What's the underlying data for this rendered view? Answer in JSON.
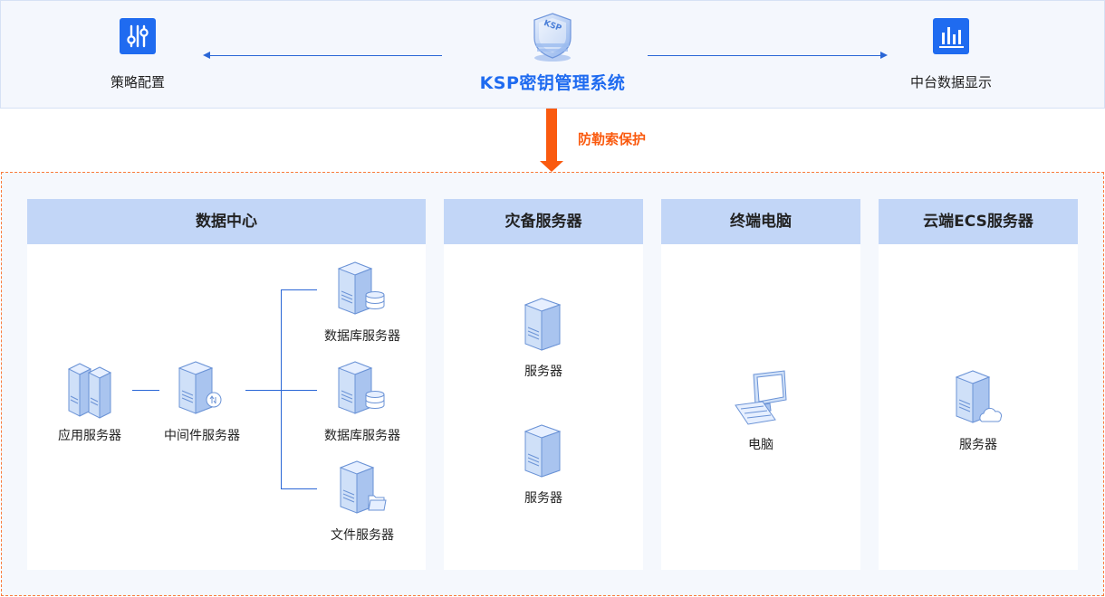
{
  "top": {
    "left_label": "策略配置",
    "center_title": "KSP密钥管理系统",
    "right_label": "中台数据显示",
    "shield_text": "KSP"
  },
  "protection_label": "防勒索保护",
  "panels": {
    "datacenter": {
      "title": "数据中心",
      "app_server": "应用服务器",
      "middleware_server": "中间件服务器",
      "db_server_1": "数据库服务器",
      "db_server_2": "数据库服务器",
      "file_server": "文件服务器"
    },
    "disaster": {
      "title": "灾备服务器",
      "server_1": "服务器",
      "server_2": "服务器"
    },
    "terminal": {
      "title": "终端电脑",
      "pc": "电脑"
    },
    "cloud": {
      "title": "云端ECS服务器",
      "server": "服务器"
    }
  },
  "colors": {
    "accent_blue": "#1f6bf0",
    "protection_orange": "#fa5a0f",
    "panel_header": "#c2d6f7"
  }
}
